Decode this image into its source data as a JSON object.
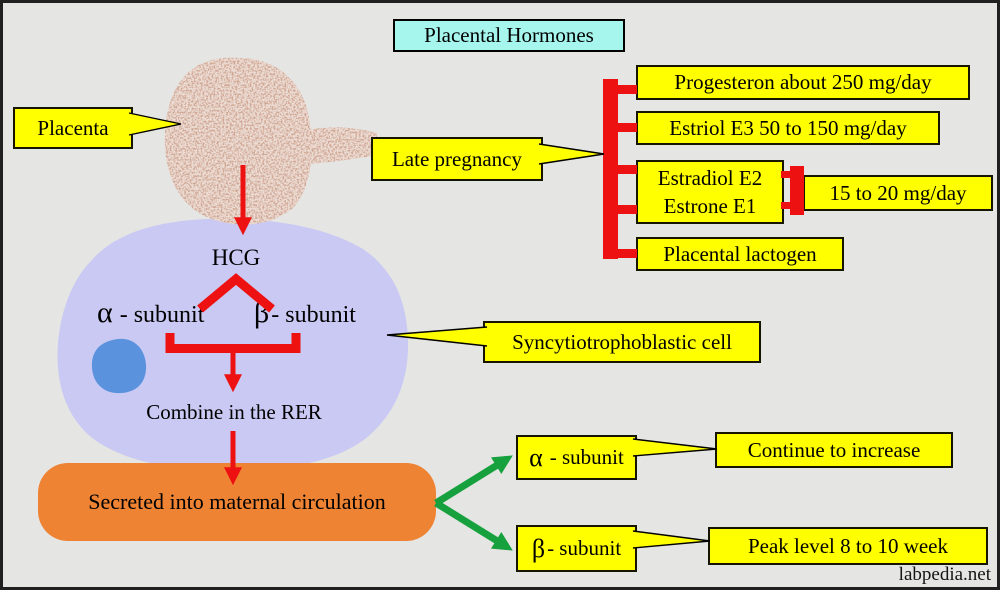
{
  "title": "Placental Hormones",
  "labels": {
    "placenta": "Placenta",
    "late_pregnancy": "Late pregnancy",
    "syncytiotrophoblastic": "Syncytiotrophoblastic cell"
  },
  "hormones": {
    "progesterone": "Progesteron about 250 mg/day",
    "estriol": "Estriol E3 50 to 150 mg/day",
    "estradiol": "Estradiol E2",
    "estrone": "Estrone E1",
    "estradiol_estrone_rate": "15 to 20 mg/day",
    "placental_lactogen": "Placental lactogen"
  },
  "cell": {
    "hcg": "HCG",
    "alpha_glyph": "α",
    "alpha_label": "- subunit",
    "beta_glyph": "β",
    "beta_label": "- subunit",
    "combine": "Combine in the RER"
  },
  "secretion": {
    "main": "Secreted into maternal circulation",
    "alpha_glyph": "α",
    "alpha_label": "- subunit",
    "alpha_note": "Continue to increase",
    "beta_glyph": "β",
    "beta_label": "- subunit",
    "beta_note": "Peak level 8 to 10 week"
  },
  "watermark": "labpedia.net",
  "colors": {
    "background": "#e5e5e4",
    "callout_yellow": "#ffff00",
    "title_cyan": "#a6f6ee",
    "connector_red": "#ed1111",
    "arrow_green": "#17a13e",
    "secretion_orange": "#ee8334",
    "cell_purple": "#c9c9f3",
    "nucleus_blue": "#5b92dd",
    "placenta_brown": "#a2614a"
  }
}
